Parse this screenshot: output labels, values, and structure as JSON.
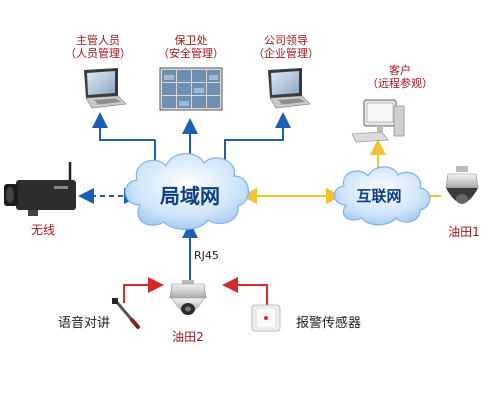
{
  "nodes": {
    "supervisor": {
      "title": "主管人员",
      "subtitle": "（人员管理）"
    },
    "security": {
      "title": "保卫处",
      "subtitle": "（安全管理）"
    },
    "leader": {
      "title": "公司领导",
      "subtitle": "（企业管理）"
    },
    "customer": {
      "title": "客户",
      "subtitle": "（远程参观）"
    },
    "wireless": {
      "label": "无线"
    },
    "lan": {
      "label": "局域网"
    },
    "internet": {
      "label": "互联网"
    },
    "oilfield1": {
      "label": "油田1"
    },
    "oilfield2": {
      "label": "油田2"
    },
    "rj45": {
      "label": "RJ45"
    },
    "voice": {
      "label": "语音对讲"
    },
    "alarm": {
      "label": "报警传感器"
    }
  },
  "colors": {
    "arrow_blue": "#1a5fb4",
    "arrow_yellow": "#f2c230",
    "arrow_red": "#d42a2a",
    "cloud_fill": "#cfe4fa",
    "cloud_stroke": "#7fb2e8",
    "label_red": "#a3141a"
  }
}
